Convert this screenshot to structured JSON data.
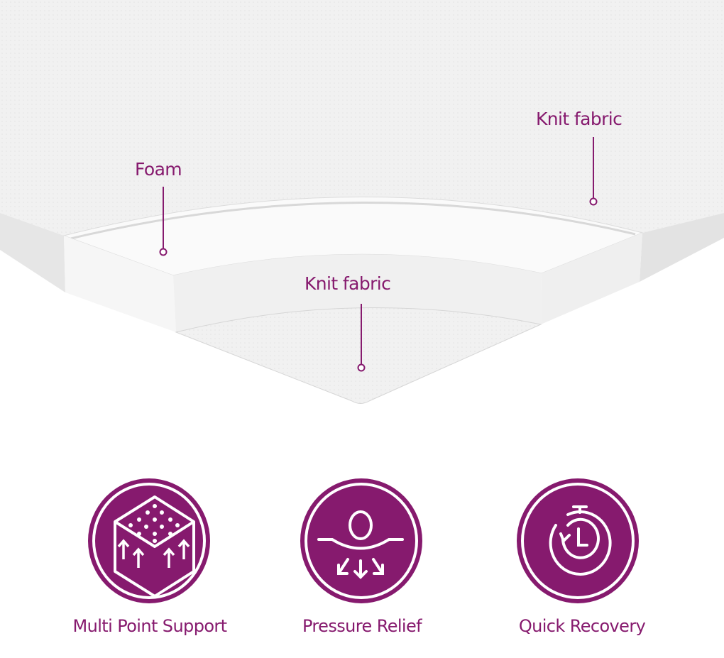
{
  "callouts": {
    "foam": "Foam",
    "knit_fabric_top": "Knit fabric",
    "knit_fabric_bottom": "Knit fabric"
  },
  "features": [
    {
      "label": "Multi Point Support",
      "icon": "foam-cube-arrows-icon"
    },
    {
      "label": "Pressure Relief",
      "icon": "pressure-relief-icon"
    },
    {
      "label": "Quick Recovery",
      "icon": "stopwatch-recovery-icon"
    }
  ],
  "colors": {
    "accent": "#861a6e",
    "fabric": "#f1f1f1",
    "foam": "#f8f8f8"
  }
}
